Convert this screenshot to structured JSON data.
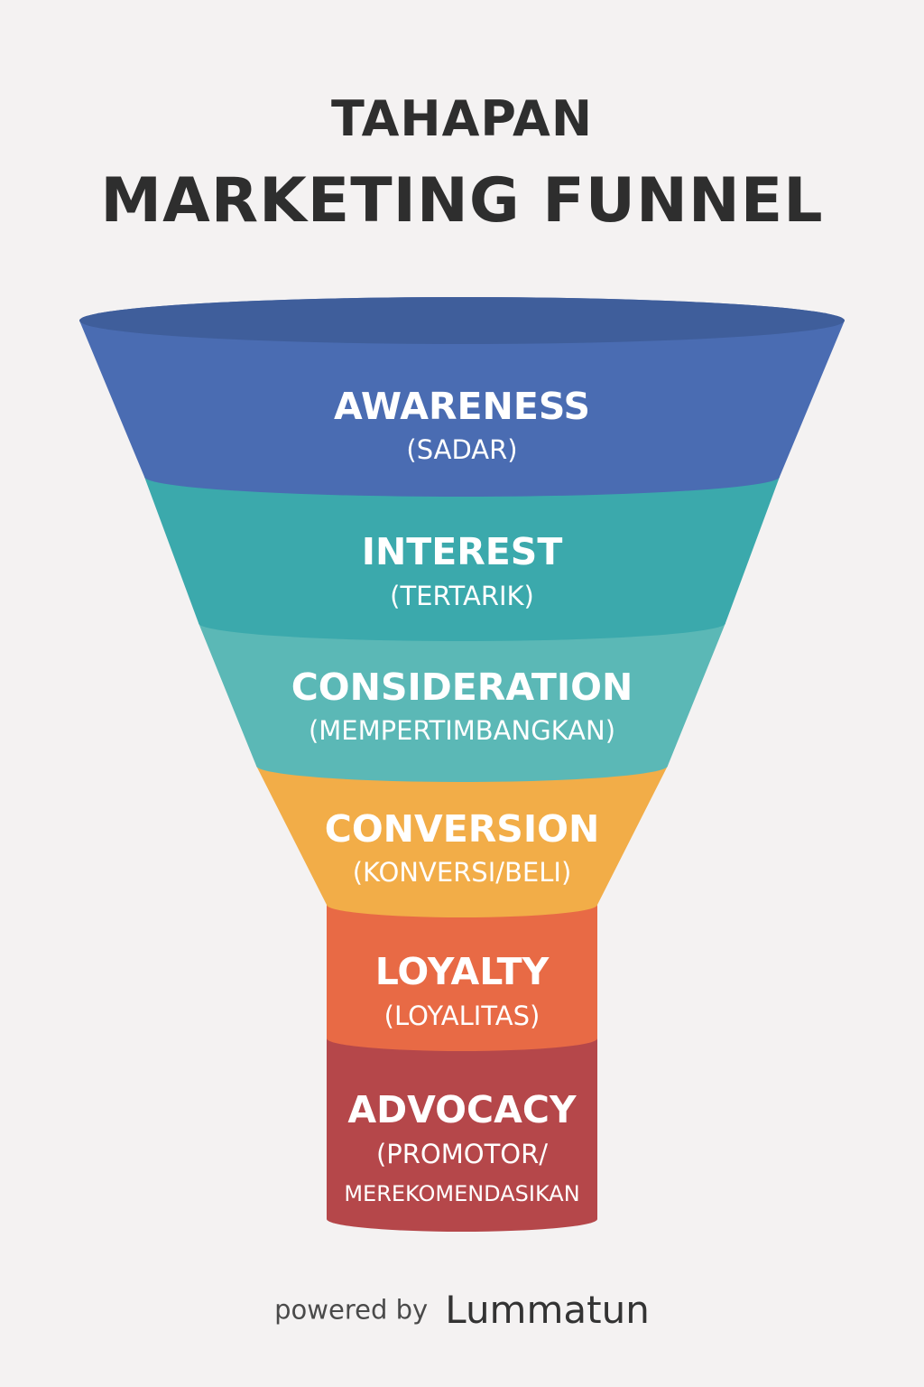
{
  "title": {
    "line1": "TAHAPAN",
    "line2": "MARKETING FUNNEL"
  },
  "stages": [
    {
      "label": "AWARENESS",
      "sub": [
        "(SADAR)"
      ],
      "color": "#4a6cb2",
      "rim_color": "#3f5e9b"
    },
    {
      "label": "INTEREST",
      "sub": [
        "(TERTARIK)"
      ],
      "color": "#3ba9ac"
    },
    {
      "label": "CONSIDERATION",
      "sub": [
        "(MEMPERTIMBANGKAN)"
      ],
      "color": "#5bb8b6"
    },
    {
      "label": "CONVERSION",
      "sub": [
        "(KONVERSI/BELI)"
      ],
      "color": "#f2ad48"
    },
    {
      "label": "LOYALTY",
      "sub": [
        "(LOYALITAS)"
      ],
      "color": "#e86a45"
    },
    {
      "label": "ADVOCACY",
      "sub": [
        "(PROMOTOR/",
        "MEREKOMENDASIKAN"
      ],
      "color": "#b5474a"
    }
  ],
  "footer": {
    "prefix": "powered by",
    "brand": "Lummatun"
  }
}
